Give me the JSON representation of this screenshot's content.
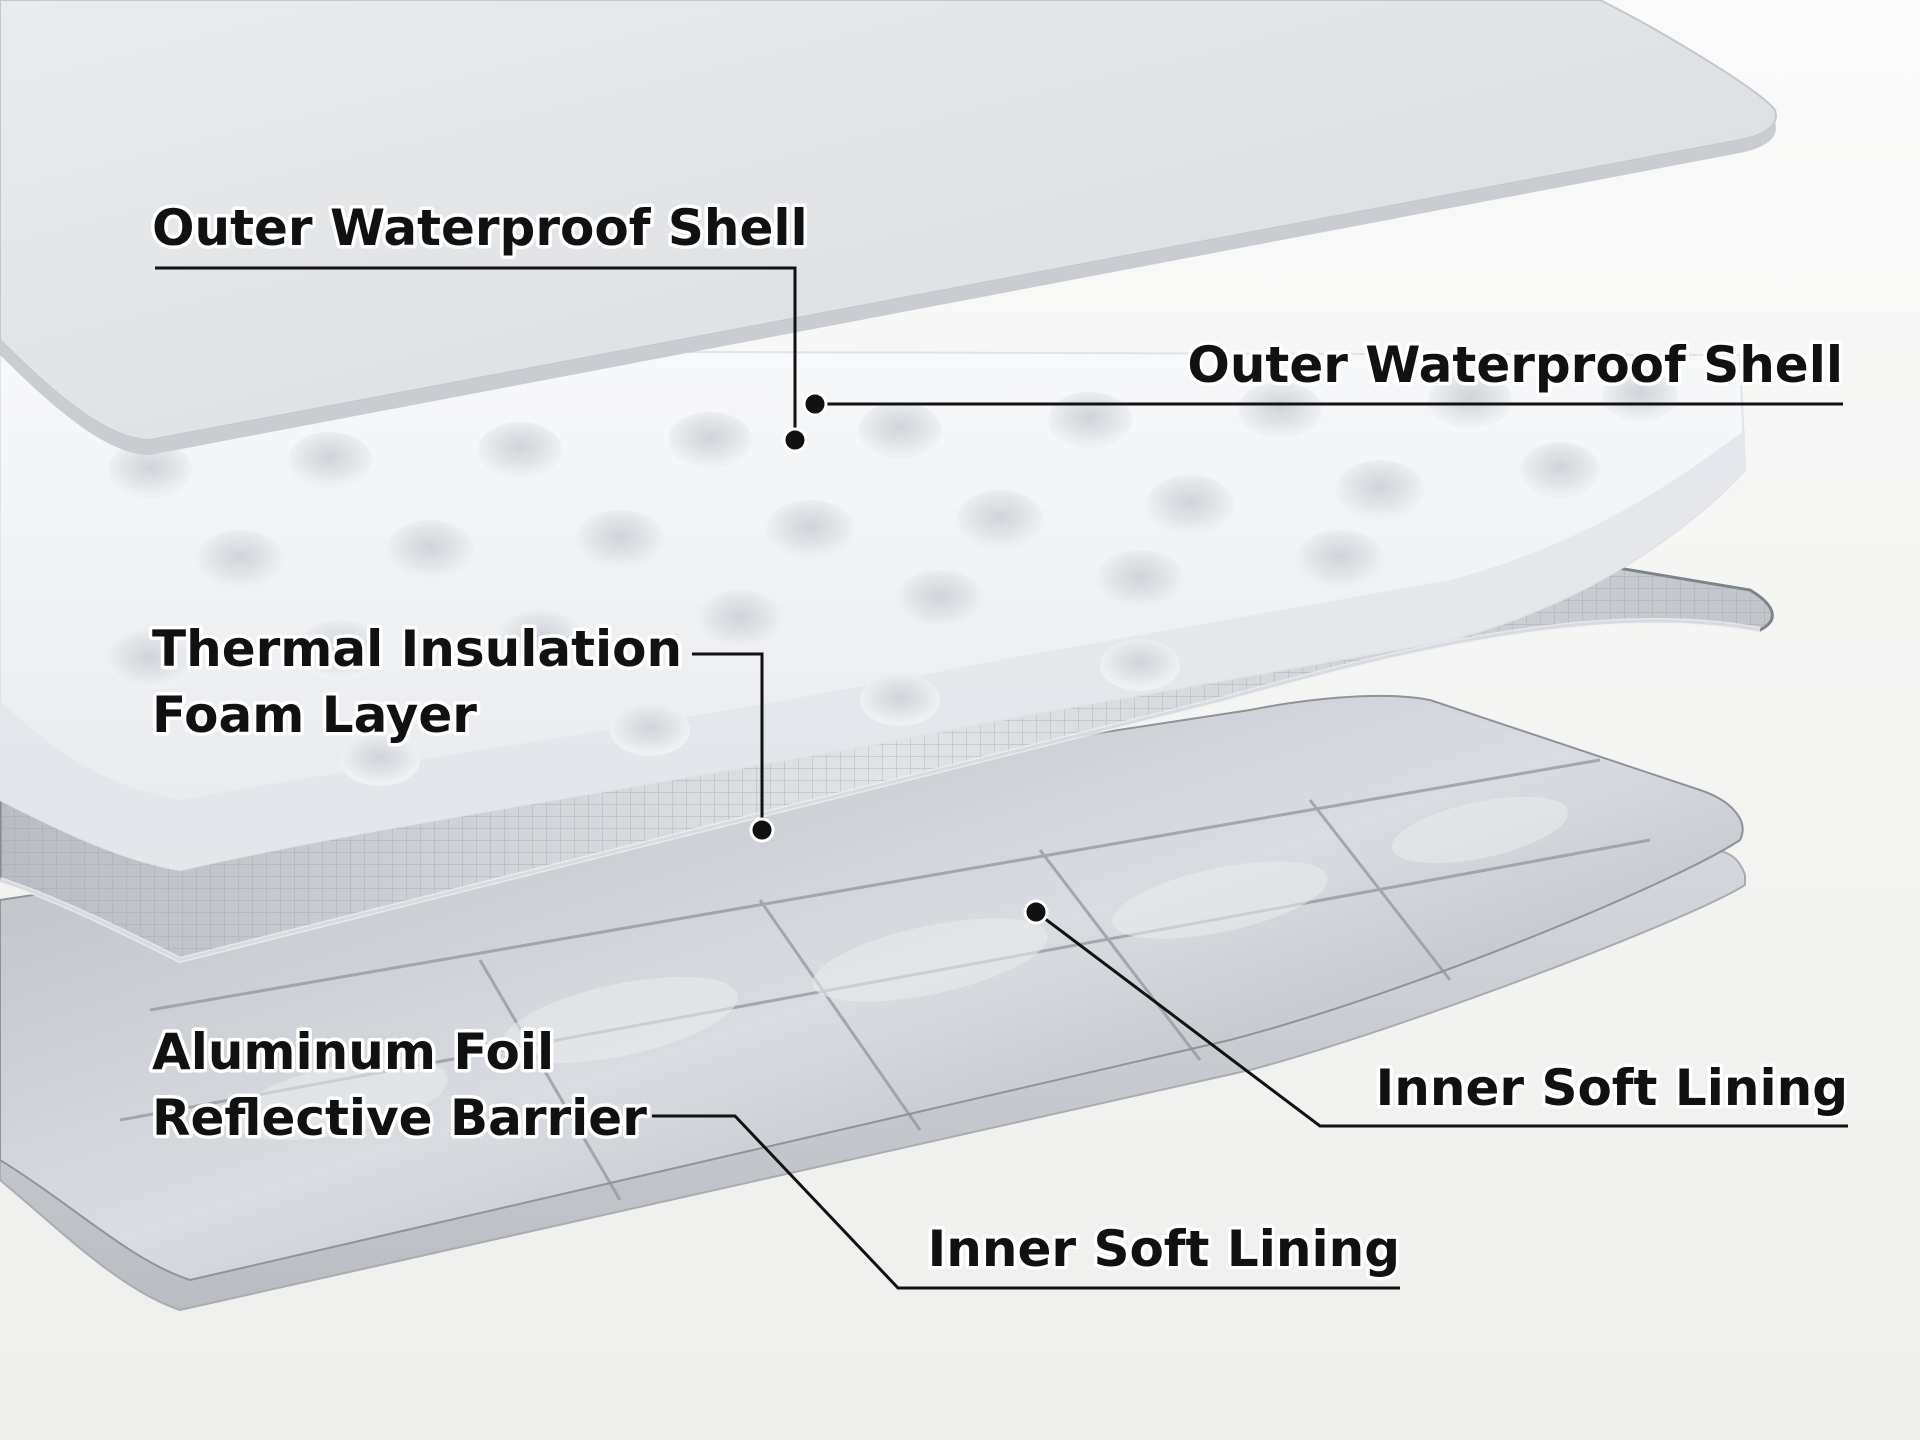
{
  "labels": {
    "shell_left": "Outer Waterproof Shell",
    "shell_right": "Outer Waterproof Shell",
    "foam_line1": "Thermal Insulation",
    "foam_line2": "Foam Layer",
    "foil_line1": "Aluminum Foil",
    "foil_line2": "Reflective Barrier",
    "lining_right": "Inner Soft Lining",
    "lining_bottom": "Inner Soft Lining"
  },
  "colors": {
    "background": "#f5f5f4",
    "shell": "#e4e6e8",
    "foam": "#f4f5f7",
    "foil": "#c9ccd1",
    "lining": "#a9adb4",
    "text": "#111111"
  }
}
